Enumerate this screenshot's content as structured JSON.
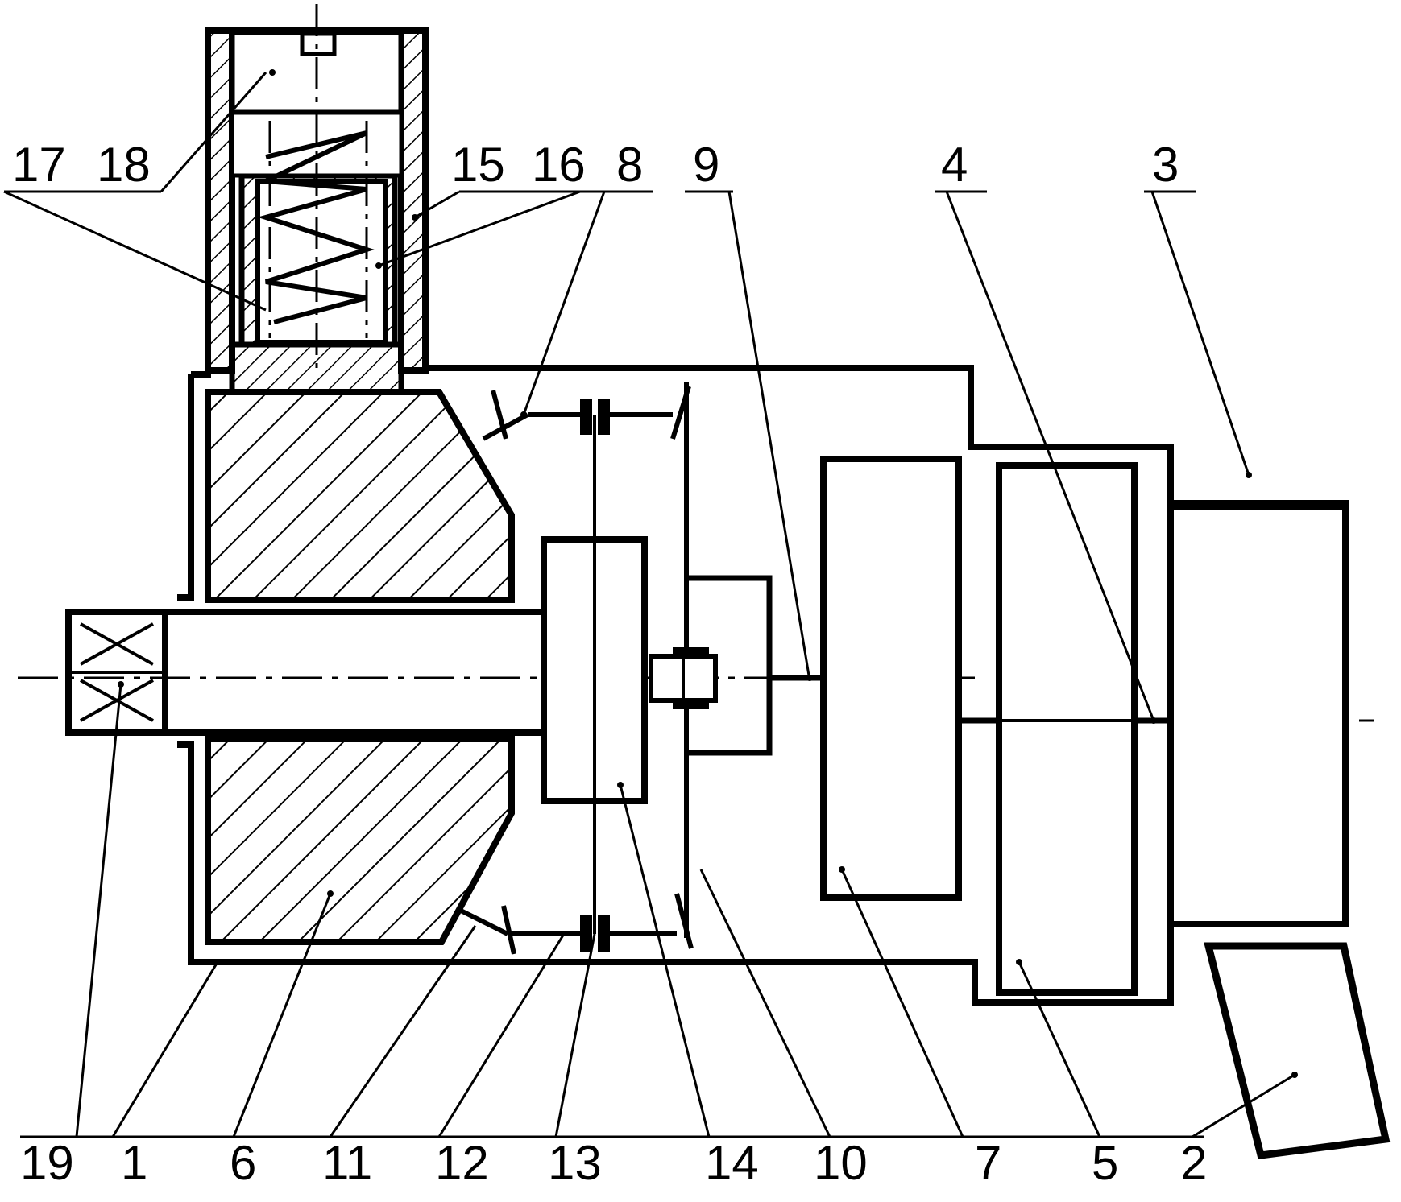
{
  "diagram": {
    "ink": "#000000",
    "paper": "#ffffff",
    "labels_top": [
      "17",
      "18",
      "15",
      "16",
      "8",
      "9",
      "4",
      "3"
    ],
    "labels_bottom": [
      "19",
      "1",
      "6",
      "11",
      "12",
      "13",
      "14",
      "10",
      "7",
      "5",
      "2"
    ]
  }
}
